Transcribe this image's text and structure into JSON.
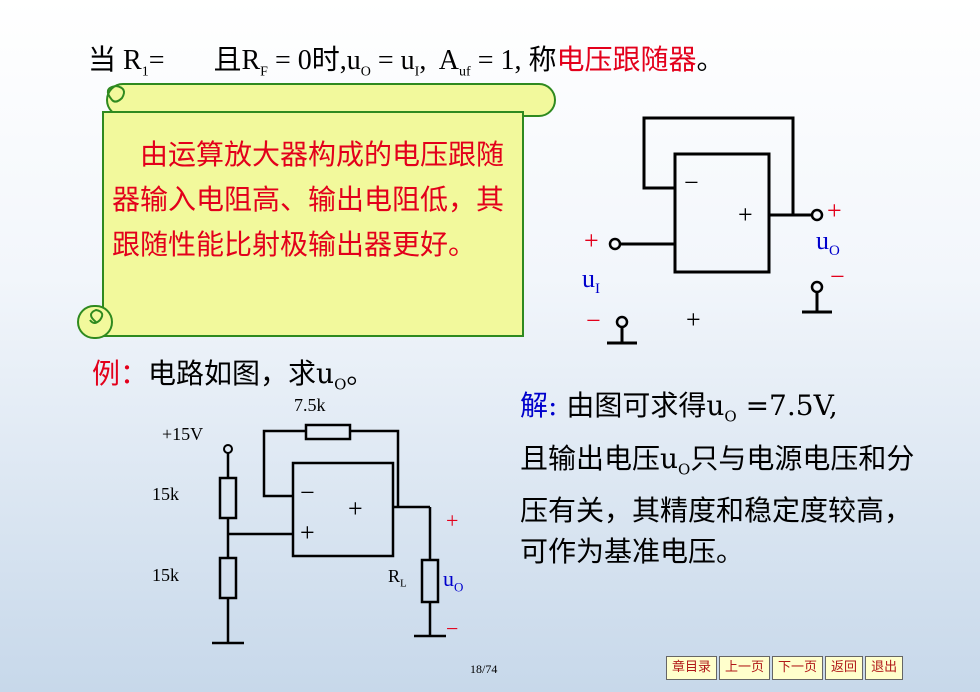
{
  "title": {
    "part1": "当 R",
    "sub1": "1",
    "part2": "=       且R",
    "subF": "F",
    "part3": " = 0时,u",
    "subO": "O",
    "part4": " = u",
    "subI": "I",
    "part5": ",  A",
    "subuf": "uf",
    "part6": " = 1, 称",
    "highlight": "电压跟随器",
    "end": "。"
  },
  "callout": {
    "text": "　由运算放大器构成的电压跟随器输入电阻高、输出电阻低，其跟随性能比射极输出器更好。"
  },
  "follower": {
    "minus": "−",
    "plus": "+",
    "out_plus": "+",
    "out_label": "u",
    "out_sub": "O",
    "out_minus": "−",
    "in_plus": "+",
    "in_label": "u",
    "in_sub": "I",
    "in_minus": "−",
    "bottom_plus": "+"
  },
  "example": {
    "label": "例：",
    "text": "电路如图，求u",
    "sub": "O",
    "end": "。"
  },
  "circuit": {
    "r_feedback": "7.5k",
    "supply": "+15V",
    "r_top": "15k",
    "r_bottom": "15k",
    "minus": "−",
    "plus": "+",
    "plus_in": "+",
    "out_plus": "+",
    "rl": "R",
    "rl_sub": "L",
    "out_label": "u",
    "out_sub": "O",
    "out_minus": "−"
  },
  "solution": {
    "label": "解:",
    "line1": " 由图可求得u",
    "sub1": "O",
    "line1b": " =7.5V,",
    "line2": "且输出电压u",
    "sub2": "O",
    "line2b": "只与电源电压和分压有关，其精度和稳定度较高，可作为基准电压。"
  },
  "page_number": "18/74",
  "nav": [
    "章目录",
    "上一页",
    "下一页",
    "返回",
    "退出"
  ],
  "colors": {
    "accent": "#e3001b",
    "blue": "#0000cc",
    "callout_fill": "#f2f99c"
  }
}
